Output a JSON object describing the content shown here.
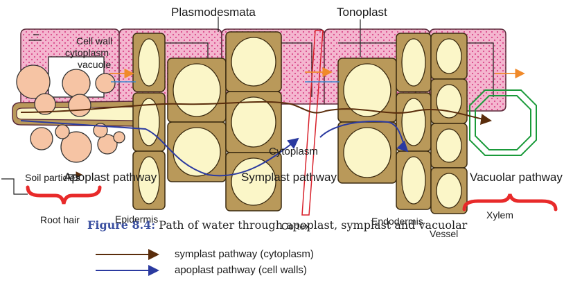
{
  "labels": {
    "plasmodesmata": "Plasmodesmata",
    "tonoplast": "Tonoplast",
    "cell_wall": "Cell wall",
    "cytoplasm": "cytoplasm",
    "vacuole": "vacuole",
    "soil_particles": "Soil particles",
    "apoplast_pathway": "Apoplast pathway",
    "symplast_pathway": "Symplast pathway",
    "cytoplasm_label": "Cytoplasm",
    "vacuolar_pathway": "Vacuolar pathway",
    "root_hair": "Root hair",
    "epidermis": "Epidermis",
    "cortex": "Cortex",
    "endodermis": "Endodermis",
    "vessel": "Vessel",
    "xylem": "Xylem"
  },
  "caption": {
    "figure_number": "Figure 8.4:",
    "text": "Path of water through apoplast, symplast and vacuolar"
  },
  "legend": {
    "items": [
      {
        "text": "symplast pathway (cytoplasm)",
        "color": "#5a2d0c"
      },
      {
        "text": "apoplast pathway (cell walls)",
        "color": "#2b3aa0"
      }
    ]
  },
  "colors": {
    "cell_wall_pink": "#f4b6cf",
    "cell_wall_outline": "#5a2a3a",
    "cell_brown": "#b9995a",
    "vacuole_cream": "#fbf6c8",
    "soil_particle": "#f6c4a4",
    "arrow_orange": "#f08a2a",
    "xylem_green": "#1a9a3a",
    "brace_red": "#e82a2a",
    "band_red": "#d8202a"
  }
}
